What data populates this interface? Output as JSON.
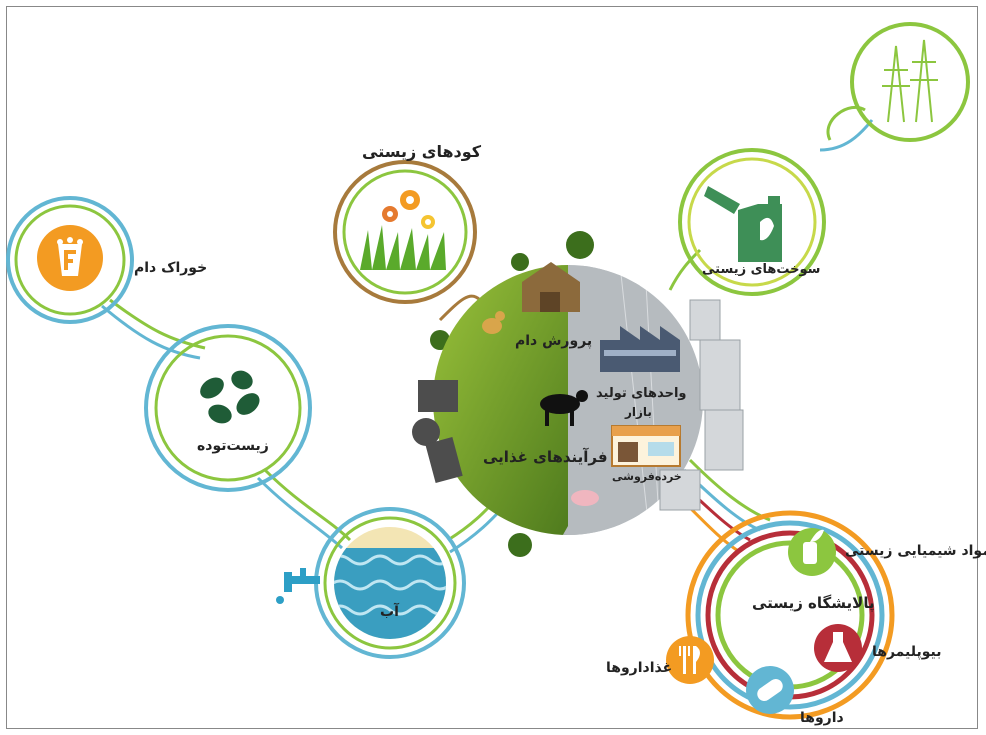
{
  "labels": {
    "feed": "خوراک دام",
    "biomass": "زیست‌توده",
    "water": "آب",
    "fertilizer": "کودهای زیستی",
    "livestock": "پرورش دام",
    "food_processes": "فرآیندهای غذایی",
    "production_units": "واحدهای تولید",
    "market": "بازار",
    "retail": "خرده‌فروشی",
    "biofuels": "سوخت‌های زیستی",
    "biochemicals": "مواد شیمیایی زیستی",
    "biorefinery": "پالایشگاه زیستی",
    "biopolymers": "بیوپلیمرها",
    "nutraceuticals": "غذاداروها",
    "medicines": "داروها"
  },
  "icons": {
    "feed": "popcorn-box-icon",
    "biomass": "leaves-icon",
    "water": "water-waves-icon",
    "tap": "faucet-icon",
    "fertilizer": "flowers-grass-icon",
    "biofuels": "fuel-can-icon",
    "power": "power-tower-icon",
    "biochemicals": "bottle-leaf-icon",
    "biopolymers": "flask-icon",
    "medicines": "pill-icon",
    "nutraceuticals": "fork-knife-icon"
  },
  "colors": {
    "blue_ring": "#62b6d3",
    "green_ring": "#8cc63f",
    "brown_ring": "#a77a3c",
    "orange": "#f39b22",
    "red": "#b72e39",
    "globe_green": "#6e9b2b",
    "globe_gray": "#b6bbbf"
  }
}
